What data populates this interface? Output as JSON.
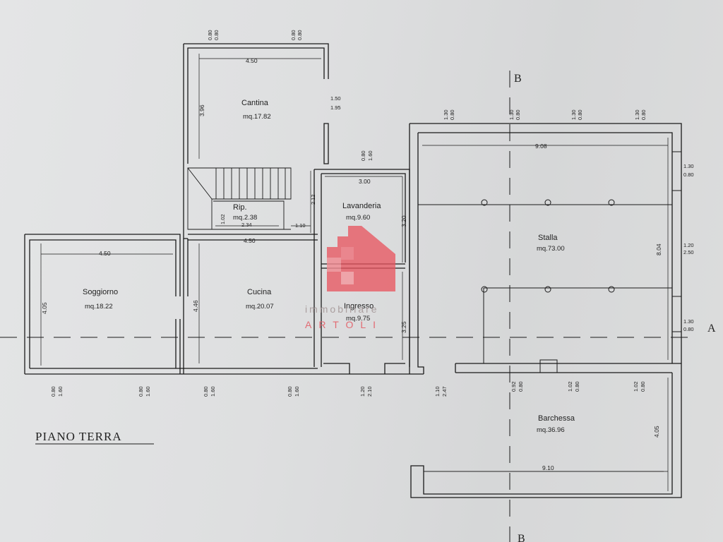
{
  "plan": {
    "title": "PIANO TERRA",
    "section_b_top": "B",
    "section_b_bottom": "B",
    "section_a": "A"
  },
  "rooms": {
    "cantina": {
      "name": "Cantina",
      "area": "mq.17.82"
    },
    "rip": {
      "name": "Rip.",
      "area": "mq.2.38"
    },
    "lavanderia": {
      "name": "Lavanderia",
      "area": "mq.9.60"
    },
    "soggiorno": {
      "name": "Soggiorno",
      "area": "mq.18.22"
    },
    "cucina": {
      "name": "Cucina",
      "area": "mq.20.07"
    },
    "ingresso": {
      "name": "Ingresso",
      "area": "mq.9.75"
    },
    "stalla": {
      "name": "Stalla",
      "area": "mq.73.00"
    },
    "barchessa": {
      "name": "Barchessa",
      "area": "mq.36.96"
    }
  },
  "dimensions": {
    "cantina_w": "4.50",
    "cantina_h": "3.96",
    "cantina_win1_a": "0.80",
    "cantina_win1_b": "0.80",
    "cantina_win2_a": "0.80",
    "cantina_win2_b": "0.80",
    "cantina_side_a": "1.50",
    "cantina_side_b": "1.95",
    "lav_win_a": "0.80",
    "lav_win_b": "1.60",
    "lav_w": "3.00",
    "lav_h": "3.20",
    "stair_h": "2.12",
    "rip_h": "1.02",
    "rip_w": "2.34",
    "rip_door": "1.10",
    "soggiorno_w": "4.50",
    "soggiorno_h": "4.05",
    "cucina_w": "4.50",
    "cucina_h": "4.46",
    "ingresso_h": "3.25",
    "stalla_w": "9.08",
    "stalla_h": "8.04",
    "stalla_top1_a": "1.30",
    "stalla_top1_b": "0.80",
    "stalla_top2_a": "1.30",
    "stalla_top2_b": "0.80",
    "stalla_top3_a": "1.30",
    "stalla_top3_b": "0.80",
    "stalla_top4_a": "1.30",
    "stalla_top4_b": "0.80",
    "stalla_right1_a": "1.30",
    "stalla_right1_b": "0.80",
    "stalla_right2_a": "1.20",
    "stalla_right2_b": "2.50",
    "stalla_right3_a": "1.30",
    "stalla_right3_b": "0.80",
    "bot1_a": "0.80",
    "bot1_b": "1.60",
    "bot2_a": "0.80",
    "bot2_b": "1.60",
    "bot3_a": "0.80",
    "bot3_b": "1.60",
    "bot4_a": "0.80",
    "bot4_b": "1.60",
    "bot5_a": "1.20",
    "bot5_b": "2.10",
    "bot6_a": "1.10",
    "bot6_b": "2.47",
    "bot7_a": "0.92",
    "bot7_b": "0.80",
    "bot8_a": "1.02",
    "bot8_b": "0.80",
    "bot9_a": "1.02",
    "bot9_b": "0.80",
    "barchessa_w": "9.10",
    "barchessa_h": "4.05"
  },
  "watermark": {
    "line1": "immobiliare",
    "line2": "ARTOLI",
    "logo_color": "#e8545e"
  }
}
